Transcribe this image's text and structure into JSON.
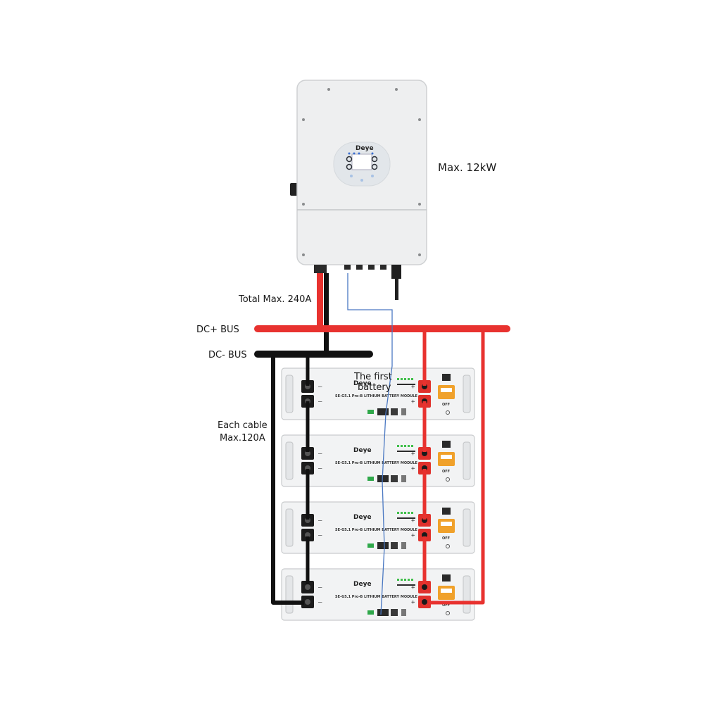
{
  "labels": {
    "max_power": "Max. 12kW",
    "total_max": "Total Max. 240A",
    "dc_plus": "DC+  BUS",
    "dc_minus": "DC-  BUS",
    "first_battery_line1": "The first",
    "first_battery_line2": "battery",
    "each_cable_line1": "Each cable",
    "each_cable_line2": "Max.120A"
  },
  "inverter": {
    "brand": "Deye"
  },
  "batteries": [
    {
      "brand": "Deye",
      "model": "SE-G5.1 Pro-B",
      "module_label": "LITHIUM BATTERY MODULE",
      "switch_label": "OFF",
      "plus": "+",
      "minus": "—"
    },
    {
      "brand": "Deye",
      "model": "SE-G5.1 Pro-B",
      "module_label": "LITHIUM BATTERY MODULE",
      "switch_label": "OFF",
      "plus": "+",
      "minus": "—"
    },
    {
      "brand": "Deye",
      "model": "SE-G5.1 Pro-B",
      "module_label": "LITHIUM BATTERY MODULE",
      "switch_label": "OFF",
      "plus": "+",
      "minus": "—"
    },
    {
      "brand": "Deye",
      "model": "SE-G5.1 Pro-B",
      "module_label": "LITHIUM BATTERY MODULE",
      "switch_label": "OFF",
      "plus": "+",
      "minus": "—"
    }
  ],
  "colors": {
    "positive_cable": "#e8322f",
    "negative_cable": "#111111",
    "comm_cable": "#4a78c2",
    "casing": "#f2f3f4",
    "casing_edge": "#c9cbcd"
  }
}
